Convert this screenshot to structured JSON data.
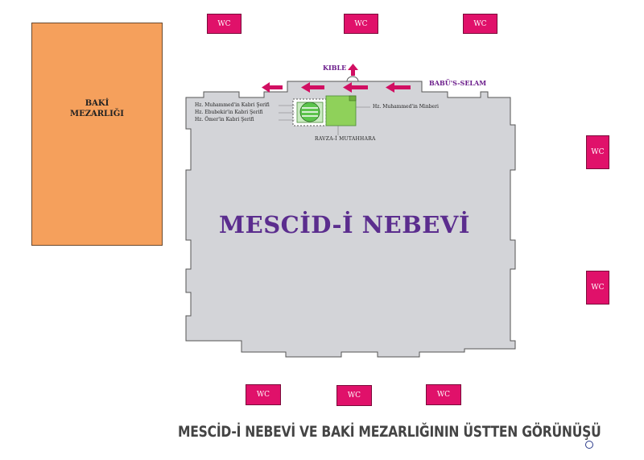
{
  "wc_label": "WC",
  "cemetery": {
    "line1": "BAKİ",
    "line2": "MEZARLIĞI"
  },
  "mosque": {
    "title": "MESCİD-İ NEBEVİ"
  },
  "kible_label": "KIBLE",
  "babus_selam_label": "BABÜ'S-SELAM",
  "tombs": {
    "muhammad": "Hz. Muhammed'in Kabri Şerifi",
    "ebubekir": "Hz. Ebubekir'in Kabri Şerifi",
    "omer": "Hz. Ömer'in Kabri Şerifi"
  },
  "minber_label": "Hz. Muhammed'in Minberi",
  "rawda_label": "RAVZA-İ MUTAHHARA",
  "footer_title": "MESCİD-İ NEBEVİ VE BAKİ MEZARLIĞININ ÜSTTEN GÖRÜNÜŞÜ",
  "colors": {
    "wc": "#e0116a",
    "cemetery": "#f5a05c",
    "mosque": "#d3d4d8",
    "rawda": "#8fd15a",
    "arrow": "#d10f62",
    "title": "#5b2d8e"
  }
}
